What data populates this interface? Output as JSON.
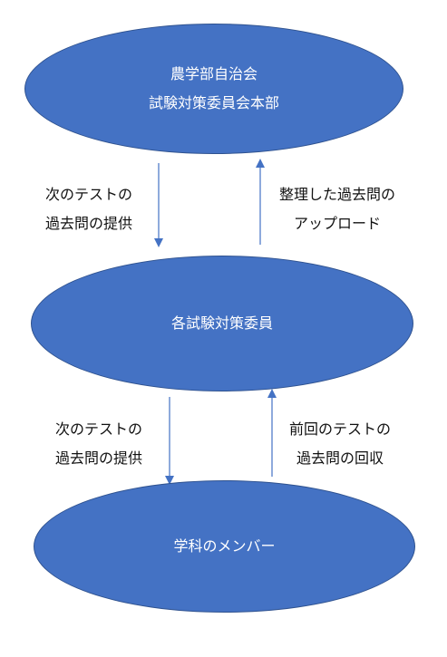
{
  "colors": {
    "node_fill": "#4472c4",
    "node_border": "#2f528f",
    "node_text": "#ffffff",
    "arrow": "#4472c4",
    "label_text": "#111111"
  },
  "nodes": {
    "top": {
      "line1": "農学部自治会",
      "line2": "試験対策委員会本部"
    },
    "middle": {
      "line1": "各試験対策委員"
    },
    "bottom": {
      "line1": "学科のメンバー"
    }
  },
  "edges": {
    "top_to_middle": {
      "line1": "次のテストの",
      "line2": "過去問の提供"
    },
    "middle_to_top": {
      "line1": "整理した過去問の",
      "line2": "アップロード"
    },
    "middle_to_bottom": {
      "line1": "次のテストの",
      "line2": "過去問の提供"
    },
    "bottom_to_middle": {
      "line1": "前回のテストの",
      "line2": "過去問の回収"
    }
  }
}
